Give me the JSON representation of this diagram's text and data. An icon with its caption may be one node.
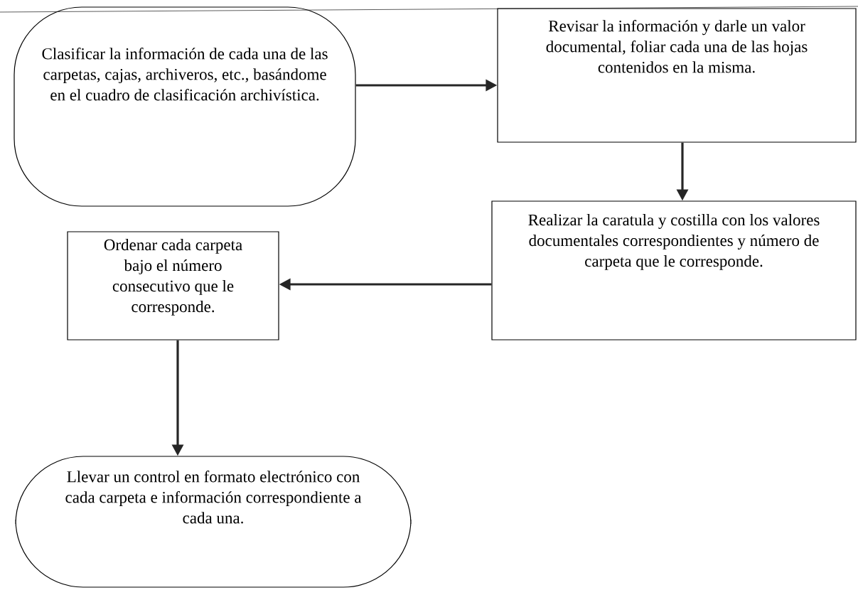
{
  "diagram": {
    "nodes": [
      {
        "text": [
          "Clasificar la información de cada una de las carpetas, cajas, archiveros, etc., basándome en el cuadro de clasificación archivística."
        ]
      },
      {
        "text": [
          "Revisar la información y darle un valor documental, foliar cada una de las hojas contenidos en la misma."
        ]
      },
      {
        "text": [
          "Realizar la caratula y costilla con los valores documentales correspondientes y número de carpeta que le corresponde."
        ]
      },
      {
        "text": [
          "Ordenar cada carpeta bajo el número consecutivo que le corresponde."
        ]
      },
      {
        "text": [
          "Llevar un control en formato electrónico con cada carpeta e información correspondiente a cada una."
        ]
      }
    ],
    "edges": [
      {
        "from": 0,
        "to": 1,
        "arrow": "to"
      },
      {
        "from": 1,
        "to": 2,
        "arrow": "to"
      },
      {
        "from": 2,
        "to": 3,
        "arrow": "to"
      },
      {
        "from": 3,
        "to": 4,
        "arrow": "to"
      }
    ]
  }
}
